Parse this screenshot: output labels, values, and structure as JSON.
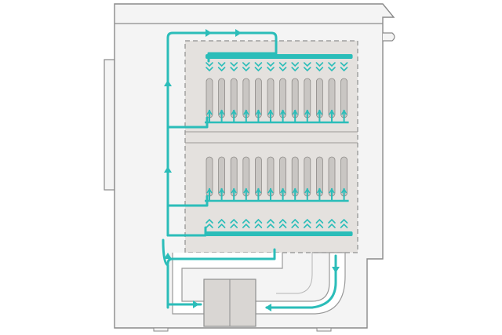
{
  "diagram": {
    "subject": "dishwasher-cross-section-airflow",
    "colors": {
      "background": "#ffffff",
      "cabinet_fill": "#f4f4f4",
      "outline": "#8a8a8a",
      "chamber_fill": "#e4e1de",
      "dashed_border": "#8f8f8f",
      "plate_fill": "#c9c6c3",
      "plate_stroke": "#8e8b88",
      "duct_fill": "#ffffff",
      "duct_stroke": "#999999",
      "heater_fill": "#d9d6d3",
      "airflow": "#2bbdb9"
    },
    "counts": {
      "upper_plates": 12,
      "lower_plates": 12,
      "top_chevrons": 12,
      "bottom_chevrons": 12
    },
    "flow_direction": {
      "top_rail_jets": "down",
      "bottom_rail_jets": "up",
      "left_return": "up"
    }
  }
}
